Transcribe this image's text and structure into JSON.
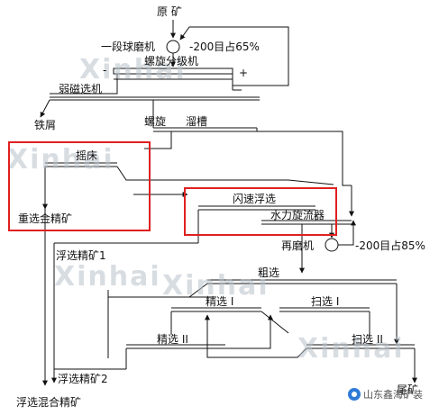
{
  "labels": {
    "raw_ore": "原 矿",
    "ball_mill_1": "一段球磨机",
    "grind_1": "-200目占65%",
    "spiral_classifier": "螺旋分级机",
    "minus_sign": "-",
    "plus_sign": "+",
    "weak_mag_sep": "弱磁选机",
    "iron_scrap": "铁屑",
    "spiral": "螺旋",
    "sluice": "溜槽",
    "shaking_table": "摇床",
    "gravity_conc": "重选金精矿",
    "flash_flot": "闪速浮选",
    "hydrocyclone": "水力旋流器",
    "regrind_mill": "再磨机",
    "grind_2": "-200目占85%",
    "flot_conc_1": "浮选精矿1",
    "rougher": "粗选",
    "cleaner_1": "精选 I",
    "scav_1": "扫选 I",
    "cleaner_2": "精选 II",
    "scav_2": "扫选 II",
    "flot_conc_2": "浮选精矿2",
    "tailings": "尾矿",
    "mixed_conc": "浮选混合精矿"
  },
  "watermarks": [
    "Xinhai",
    "Xinhai",
    "Xinhai",
    "Xinhai",
    "Xinhai"
  ],
  "badge": {
    "icon": "wechat-logo-icon",
    "text": "山东鑫海矿装"
  },
  "colors": {
    "line": "#111111",
    "highlight": "#e02020",
    "watermark": "#b9c3cc"
  }
}
